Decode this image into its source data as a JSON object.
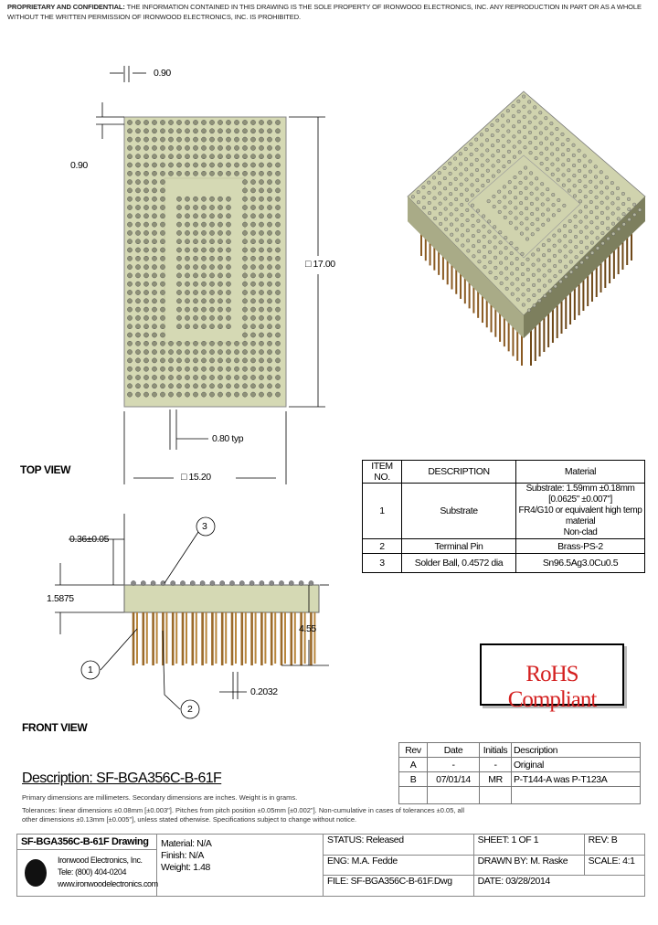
{
  "notice": {
    "line1_bold": "PROPRIETARY AND CONFIDENTIAL:",
    "line1": "THE INFORMATION CONTAINED IN THIS DRAWING IS THE SOLE PROPERTY OF IRONWOOD ELECTRONICS, INC. ANY REPRODUCTION IN PART OR AS A WHOLE",
    "line2": "WITHOUT THE WRITTEN PERMISSION OF IRONWOOD ELECTRONICS, INC. IS PROHIBITED."
  },
  "dims": {
    "pitch_x": "0.90",
    "pitch_y": "0.90",
    "height": "□ 17.00",
    "ball_typ": "0.80 typ",
    "width": "□ 15.20",
    "ball_dia": "0.36±0.05",
    "board_t": "1.5875",
    "pin_len": "4.55",
    "pin_dia": "0.2032"
  },
  "views": {
    "top": "TOP VIEW",
    "front": "FRONT VIEW"
  },
  "callouts": {
    "one": "1",
    "two": "2",
    "three": "3"
  },
  "material_table": {
    "headers": [
      "ITEM NO.",
      "DESCRIPTION",
      "Material"
    ],
    "rows": [
      {
        "item": "1",
        "desc": "Substrate",
        "mat": [
          "Substrate: 1.59mm ±0.18mm [0.0625\" ±0.007\"]",
          "FR4/G10 or equivalent high temp material",
          "Non-clad"
        ]
      },
      {
        "item": "2",
        "desc": "Terminal Pin",
        "mat": [
          "Brass-PS-2"
        ]
      },
      {
        "item": "3",
        "desc": "Solder Ball, 0.4572 dia",
        "mat": [
          "Sn96.5Ag3.0Cu0.5"
        ]
      }
    ]
  },
  "rohs": "RoHS Compliant",
  "revisions": {
    "headers": [
      "Rev",
      "Date",
      "Initials",
      "Description"
    ],
    "rows": [
      [
        "A",
        "-",
        "-",
        "Original"
      ],
      [
        "B",
        "07/01/14",
        "MR",
        "P-T144-A was P-T123A"
      ]
    ]
  },
  "description": {
    "title": "Description: SF-BGA356C-B-61F",
    "note1": "Primary dimensions are millimeters. Secondary dimensions are inches. Weight is in grams.",
    "note2": "Tolerances: linear dimensions ±0.08mm [±0.003\"]. Pitches from pitch position ±0.05mm [±0.002\"]. Non-cumulative in cases of tolerances ±0.05, all",
    "note3": "other dimensions ±0.13mm [±0.005\"], unless stated otherwise. Specifications subject to change without notice."
  },
  "title_block": {
    "drawing": "SF-BGA356C-B-61F Drawing",
    "company": "Ironwood Electronics, Inc.",
    "tel": "Tele: (800) 404-0204",
    "web": "www.ironwoodelectronics.com",
    "material": "Material: N/A",
    "finish": "Finish: N/A",
    "weight": "Weight: 1.48",
    "status": "STATUS: Released",
    "sheet": "SHEET: 1 OF 1",
    "rev": "REV: B",
    "eng": "ENG: M.A. Fedde",
    "drawn": "DRAWN BY: M. Raske",
    "scale": "SCALE: 4:1",
    "file": "FILE: SF-BGA356C-B-61F.Dwg",
    "date": "DATE: 03/28/2014"
  }
}
